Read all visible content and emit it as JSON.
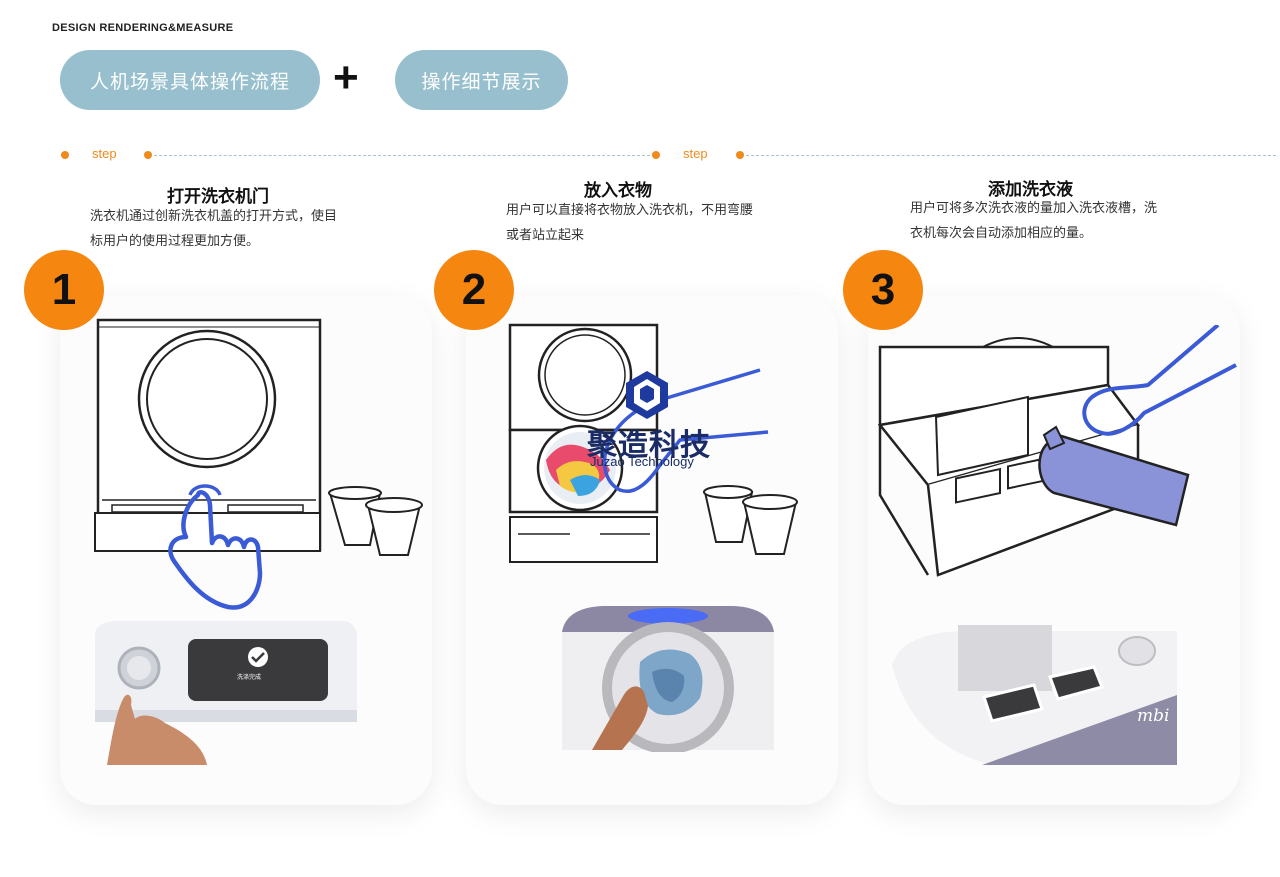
{
  "header": {
    "label": "DESIGN RENDERING&MEASURE",
    "pill_left": "人机场景具体操作流程",
    "plus": "+",
    "pill_right": "操作细节展示"
  },
  "step_word": "step",
  "steps": [
    {
      "number": "1",
      "title": "打开洗衣机门",
      "desc_line1": "洗衣机通过创新洗衣机盖的打开方式，使目",
      "desc_line2": "标用户的使用过程更加方便。"
    },
    {
      "number": "2",
      "title": "放入衣物",
      "desc_line1": "用户可以直接将衣物放入洗衣机，不用弯腰",
      "desc_line2": "或者站立起来"
    },
    {
      "number": "3",
      "title": "添加洗衣液",
      "desc_line1": "用户可将多次洗衣液的量加入洗衣液槽，洗",
      "desc_line2": "衣机每次会自动添加相应的量。"
    }
  ],
  "panel_text": "洗涤完成",
  "brand_mark": "mbi",
  "watermark": {
    "cn": "聚造科技",
    "en": "Juzao Technology"
  },
  "colors": {
    "pill": "#97bfcd",
    "orange": "#f5860f",
    "hand_blue": "#3b5bd6"
  }
}
